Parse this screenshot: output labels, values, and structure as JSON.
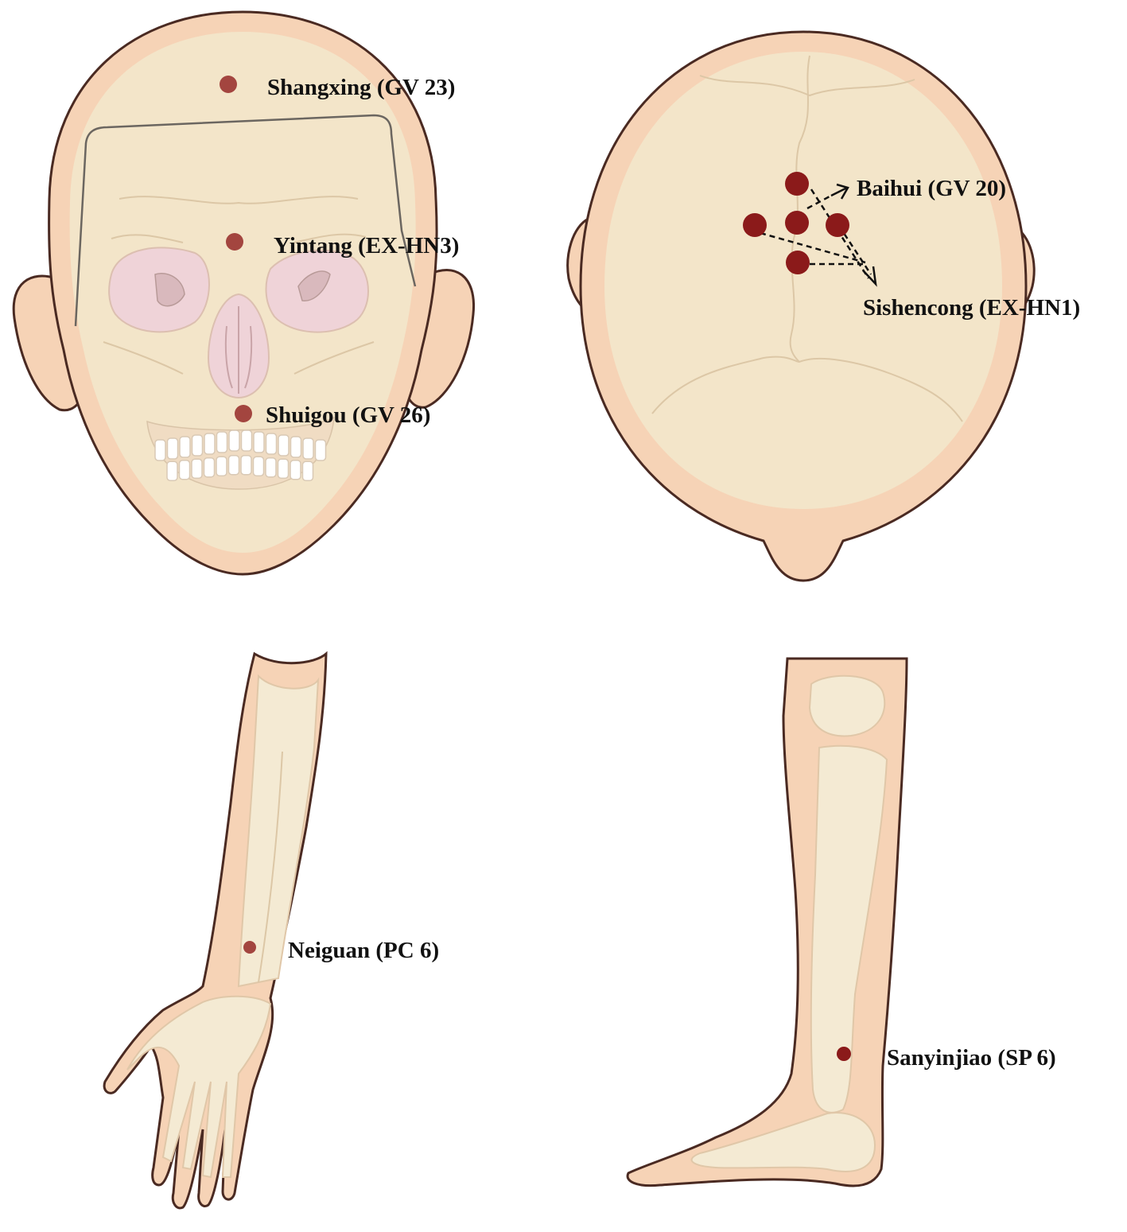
{
  "colors": {
    "point_light": "#a3453f",
    "point_dark": "#8b1a1a",
    "skin": "#f6d3b6",
    "outline": "#4a2a22",
    "bone": "#f4ead3"
  },
  "labels": {
    "shangxing": "Shangxing (GV 23)",
    "yintang": "Yintang (EX-HN3)",
    "shuigou": "Shuigou (GV 26)",
    "baihui": "Baihui (GV 20)",
    "sishencong": "Sishencong (EX-HN1)",
    "neiguan": "Neiguan (PC 6)",
    "sanyinjiao": "Sanyinjiao (SP 6)"
  }
}
